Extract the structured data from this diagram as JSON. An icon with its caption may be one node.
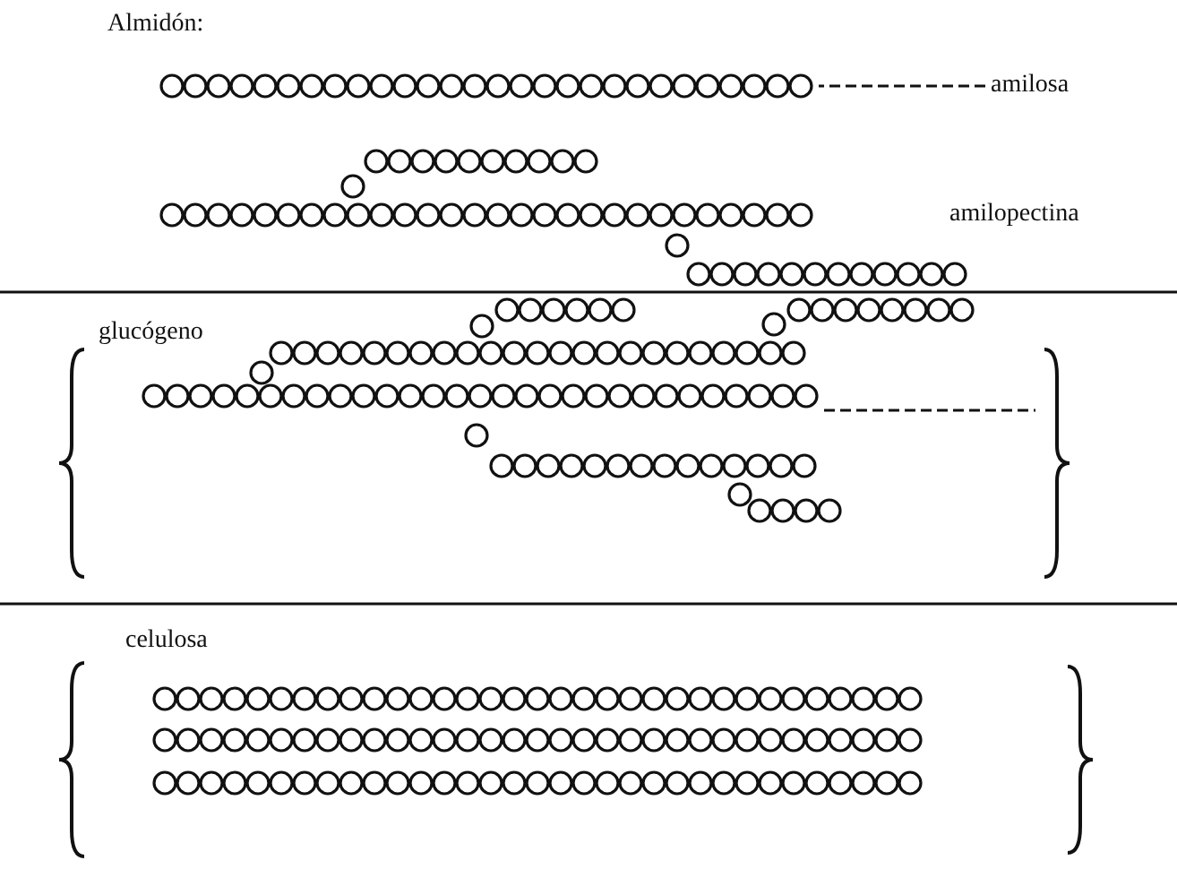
{
  "diagram": {
    "nodes": [
      {
        "text": [
          "amilosa"
        ]
      },
      {
        "text": [],
        "shape": "picture"
      }
    ],
    "edges": [
      {
        "from": 0,
        "to": 1,
        "arrow": "none",
        "style": "dashed"
      }
    ],
    "labels": [
      "Almidón:",
      "amilopectina",
      "glucógeno",
      "celulosa"
    ]
  }
}
